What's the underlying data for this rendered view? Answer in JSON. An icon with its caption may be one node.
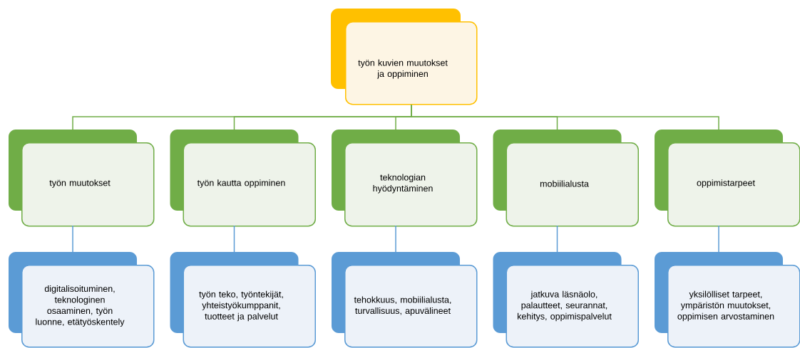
{
  "diagram": {
    "nodes": [
      {
        "text": [
          "työn kuvien muutokset ja oppiminen"
        ]
      },
      {
        "text": [
          "työn muutokset"
        ]
      },
      {
        "text": [
          "työn kautta oppiminen"
        ]
      },
      {
        "text": [
          "teknologian hyödyntäminen"
        ]
      },
      {
        "text": [
          "mobiilialusta"
        ]
      },
      {
        "text": [
          "oppimistarpeet"
        ]
      },
      {
        "text": [
          "digitalisoituminen, teknologinen osaaminen, työn luonne, etätyöskentely"
        ]
      },
      {
        "text": [
          "työn teko, työntekijät, yhteistyökumppanit, tuotteet ja palvelut"
        ]
      },
      {
        "text": [
          "tehokkuus, mobiilialusta, turvallisuus, apuvälineet"
        ]
      },
      {
        "text": [
          "jatkuva läsnäolo, palautteet, seurannat, kehitys, oppimispalvelut"
        ]
      },
      {
        "text": [
          "yksilölliset tarpeet, ympäristön muutokset, oppimisen arvostaminen"
        ]
      }
    ],
    "edges": [
      {
        "from": 0,
        "to": 1,
        "arrow": "none"
      },
      {
        "from": 0,
        "to": 2,
        "arrow": "none"
      },
      {
        "from": 0,
        "to": 3,
        "arrow": "none"
      },
      {
        "from": 0,
        "to": 4,
        "arrow": "none"
      },
      {
        "from": 0,
        "to": 5,
        "arrow": "none"
      },
      {
        "from": 1,
        "to": 6,
        "arrow": "none",
        "color": "#5b9bd5"
      },
      {
        "from": 2,
        "to": 7,
        "arrow": "none",
        "color": "#5b9bd5"
      },
      {
        "from": 3,
        "to": 8,
        "arrow": "none",
        "color": "#5b9bd5"
      },
      {
        "from": 4,
        "to": 9,
        "arrow": "none",
        "color": "#5b9bd5"
      },
      {
        "from": 5,
        "to": 10,
        "arrow": "none",
        "color": "#5b9bd5"
      }
    ]
  }
}
